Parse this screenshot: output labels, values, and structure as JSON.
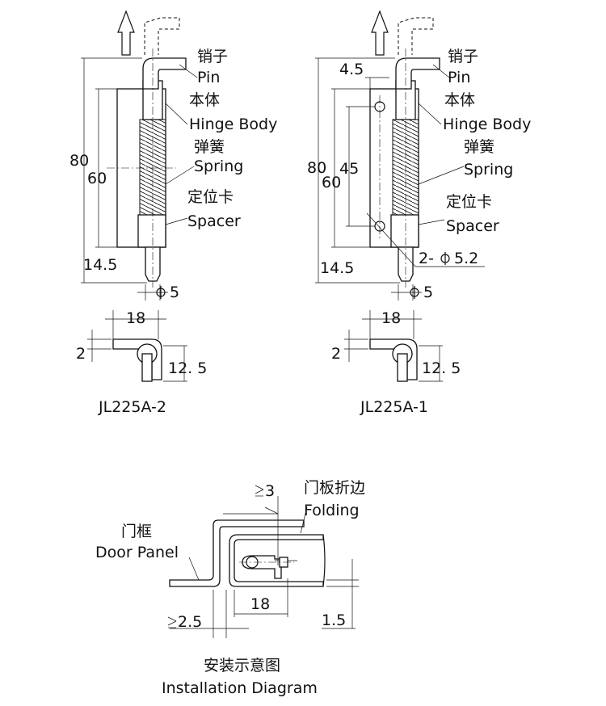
{
  "left": {
    "pin_cn": "销子",
    "pin_en": "Pin",
    "body_cn": "本体",
    "body_en": "Hinge Body",
    "spring_cn": "弹簧",
    "spring_en": "Spring",
    "spacer_cn": "定位卡",
    "spacer_en": "Spacer",
    "dim_80": "80",
    "dim_60": "60",
    "dim_14_5": "14.5",
    "dim_phi5": "5",
    "top_18": "18",
    "top_2": "2",
    "top_12_5": "12. 5",
    "title": "JL225A-2"
  },
  "right": {
    "pin_cn": "销子",
    "pin_en": "Pin",
    "body_cn": "本体",
    "body_en": "Hinge Body",
    "spring_cn": "弹簧",
    "spring_en": "Spring",
    "spacer_cn": "定位卡",
    "spacer_en": "Spacer",
    "dim_4_5": "4.5",
    "dim_80": "80",
    "dim_60": "60",
    "dim_45": "45",
    "dim_14_5": "14.5",
    "dim_holes": "2-",
    "dim_hole_d": "5.2",
    "dim_phi5": "5",
    "top_18": "18",
    "top_2": "2",
    "top_12_5": "12. 5",
    "title": "JL225A-1"
  },
  "install": {
    "folding_cn": "门板折边",
    "folding_en": "Folding",
    "door_cn": "门框",
    "door_en": "Door Panel",
    "dim_3": "3",
    "dim_18": "18",
    "dim_2_5": "2.5",
    "dim_1_5": "1.5",
    "title_cn": "安装示意图",
    "title_en": "Installation Diagram"
  }
}
